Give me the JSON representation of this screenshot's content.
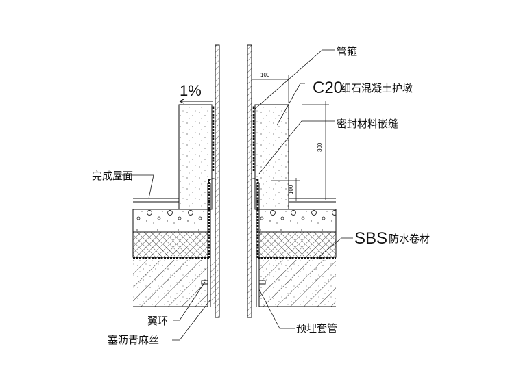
{
  "diagram": {
    "slope_label": "1%",
    "labels": {
      "pipe_clamp": "管箍",
      "pier_grade": "C20",
      "pier_material": "细石混凝土护墩",
      "sealant": "密封材料嵌缝",
      "finished_roof": "完成屋面",
      "membrane_code": "SBS",
      "membrane_name": "防水卷材",
      "wing_ring": "翼环",
      "asphalt_hemp": "塞沥青麻丝",
      "embedded_sleeve": "预埋套管"
    },
    "dimensions": {
      "pier_width": "100",
      "pier_height": "300",
      "sleeve_height": "100"
    },
    "colors": {
      "line": "#111111",
      "background": "#ffffff"
    }
  }
}
